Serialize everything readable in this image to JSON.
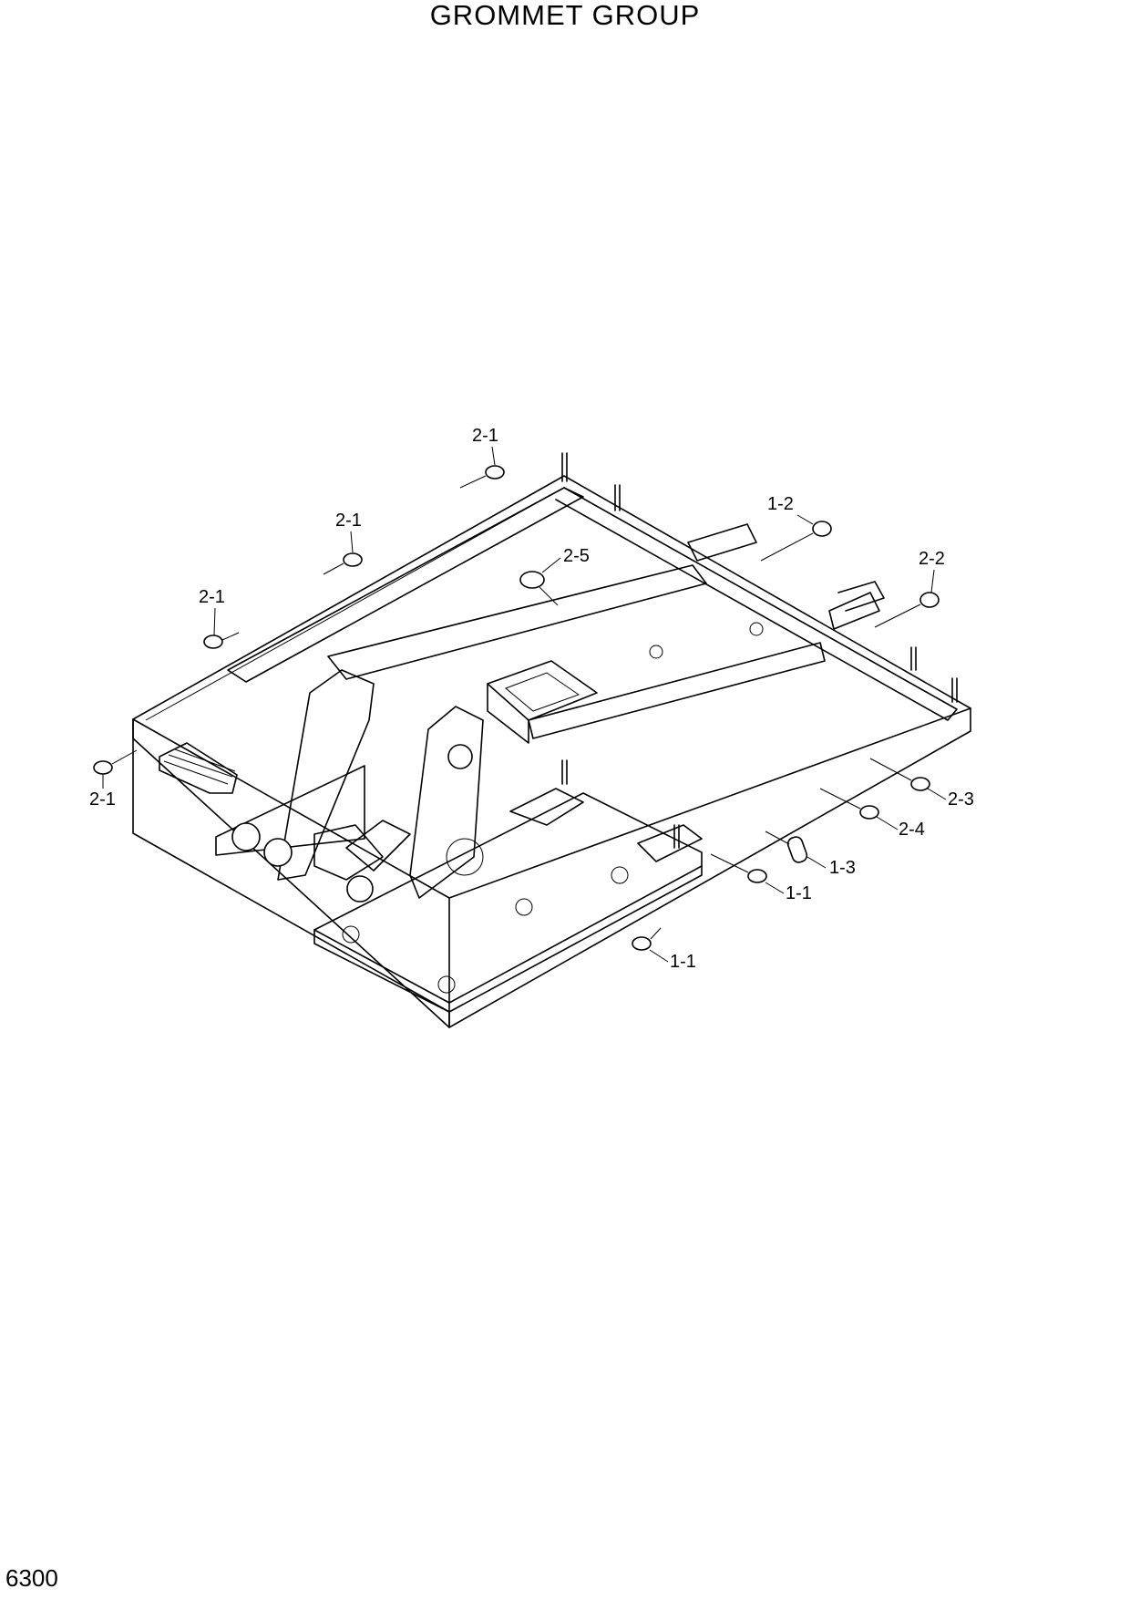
{
  "header": {
    "title": "GROMMET GROUP"
  },
  "footer": {
    "page_number": "6300"
  },
  "callouts": [
    {
      "id": "c1",
      "label": "2-1"
    },
    {
      "id": "c2",
      "label": "2-1"
    },
    {
      "id": "c3",
      "label": "2-1"
    },
    {
      "id": "c4",
      "label": "2-1"
    },
    {
      "id": "c5",
      "label": "1-2"
    },
    {
      "id": "c6",
      "label": "2-5"
    },
    {
      "id": "c7",
      "label": "2-2"
    },
    {
      "id": "c8",
      "label": "2-3"
    },
    {
      "id": "c9",
      "label": "2-4"
    },
    {
      "id": "c10",
      "label": "1-3"
    },
    {
      "id": "c11",
      "label": "1-1"
    },
    {
      "id": "c12",
      "label": "1-1"
    }
  ]
}
